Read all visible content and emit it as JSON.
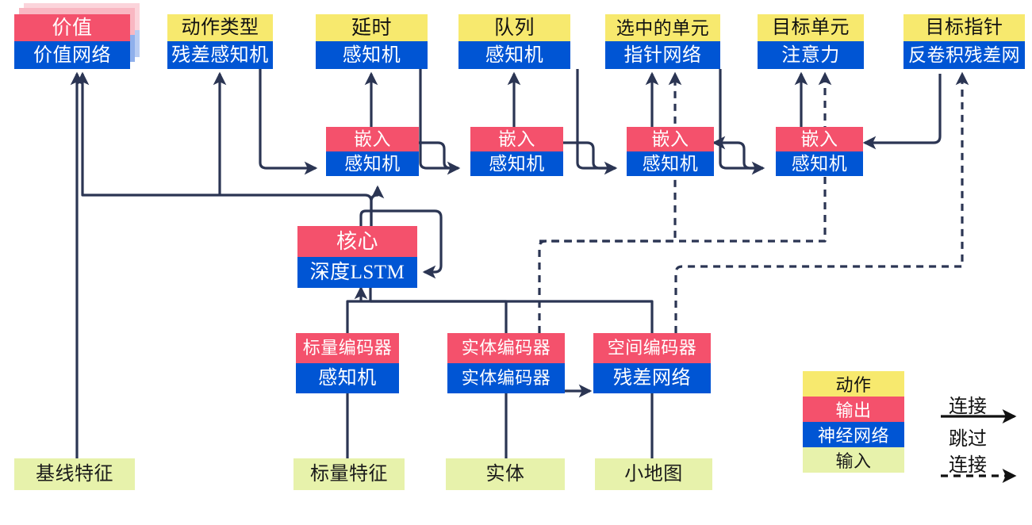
{
  "diagram": {
    "title": "Agent architecture block diagram",
    "colors": {
      "action": "#f7e96e",
      "output": "#f4516c",
      "network": "#0055d4",
      "input": "#e7f2ab",
      "wire": "#2b3553",
      "legend_arrow": "#111111"
    }
  },
  "nodes": {
    "value": {
      "top": "价值",
      "bottom": "价值网络"
    },
    "action_type": {
      "top": "动作类型",
      "bottom": "残差感知机"
    },
    "delay": {
      "top": "延时",
      "bottom": "感知机"
    },
    "queued": {
      "top": "队列",
      "bottom": "感知机"
    },
    "selected_units": {
      "top": "选中的单元",
      "bottom": "指针网络"
    },
    "target_unit": {
      "top": "目标单元",
      "bottom": "注意力"
    },
    "target_point": {
      "top": "目标指针",
      "bottom": "反卷积残差网"
    },
    "embed1": {
      "top": "嵌入",
      "bottom": "感知机"
    },
    "embed2": {
      "top": "嵌入",
      "bottom": "感知机"
    },
    "embed3": {
      "top": "嵌入",
      "bottom": "感知机"
    },
    "embed4": {
      "top": "嵌入",
      "bottom": "感知机"
    },
    "core": {
      "top": "核心",
      "bottom": "深度LSTM"
    },
    "scalar_encoder": {
      "top": "标量编码器",
      "bottom": "感知机"
    },
    "entity_encoder": {
      "top": "实体编码器",
      "bottom": "实体编码器"
    },
    "spatial_encoder": {
      "top": "空间编码器",
      "bottom": "残差网络"
    }
  },
  "inputs": {
    "baseline_features": "基线特征",
    "scalar_features": "标量特征",
    "entities": "实体",
    "minimap": "小地图"
  },
  "legend": {
    "action": "动作",
    "output": "输出",
    "network": "神经网络",
    "input": "输入",
    "connection": "连接",
    "skip_line1": "跳过",
    "skip_line2": "连接"
  }
}
